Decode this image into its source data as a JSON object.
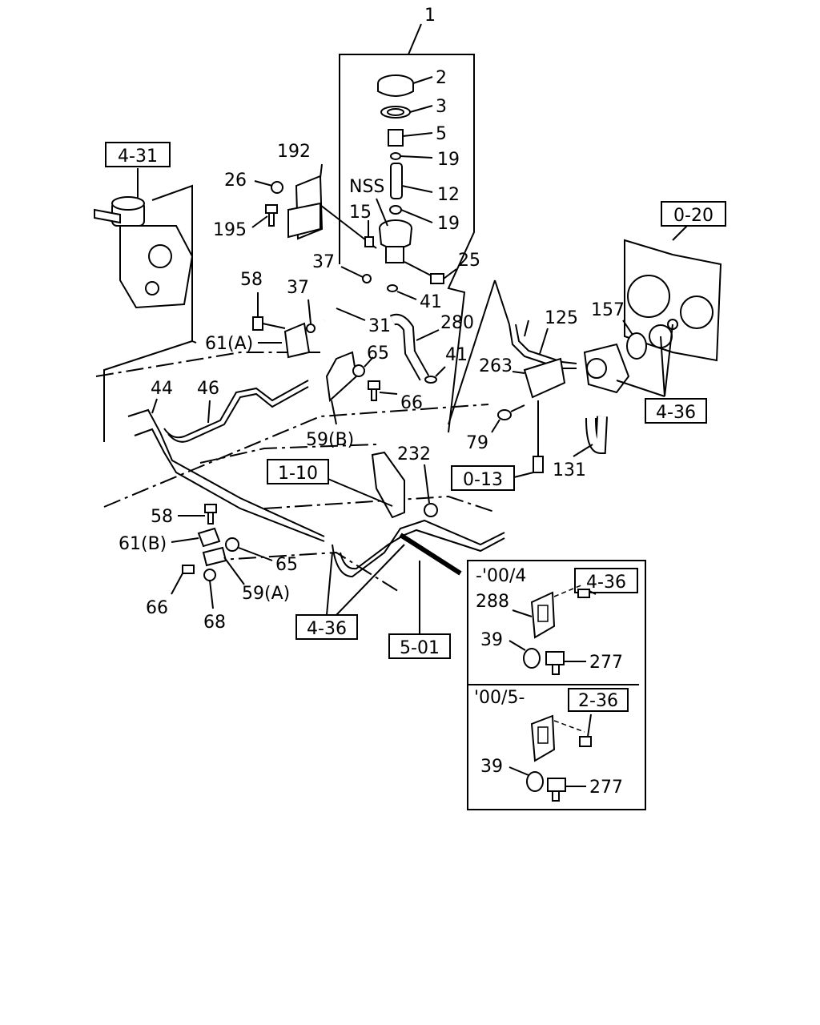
{
  "callouts": {
    "c1": "1",
    "c2": "2",
    "c3": "3",
    "c5": "5",
    "c19a": "19",
    "c12": "12",
    "c19b": "19",
    "cNSS": "NSS",
    "c15": "15",
    "c25": "25",
    "c192": "192",
    "c26": "26",
    "c195": "195",
    "c37a": "37",
    "c37b": "37",
    "c58a": "58",
    "c41a": "41",
    "c31": "31",
    "c280": "280",
    "c61a": "61(A)",
    "c65a": "65",
    "c41b": "41",
    "c66a": "66",
    "c59b": "59(B)",
    "c44": "44",
    "c46": "46",
    "c125": "125",
    "c157": "157",
    "c263": "263",
    "c79": "79",
    "c131": "131",
    "c232": "232",
    "c58b": "58",
    "c61b": "61(B)",
    "c65b": "65",
    "c66b": "66",
    "c68": "68",
    "c59a": "59(A)",
    "c288": "288",
    "c39a": "39",
    "c277a": "277",
    "c39b": "39",
    "c277b": "277"
  },
  "refs": {
    "r431": "4-31",
    "r020": "0-20",
    "r436a": "4-36",
    "r110": "1-10",
    "r013": "0-13",
    "r436b": "4-36",
    "r501": "5-01",
    "r436c": "4-36",
    "r236": "2-36"
  },
  "inset": {
    "period1": "-'00/4",
    "period2": "'00/5-"
  }
}
